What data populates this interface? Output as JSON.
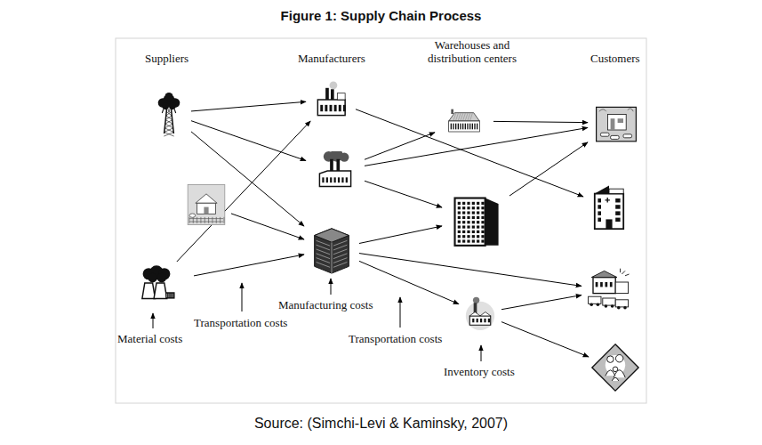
{
  "diagram": {
    "title": "Figure 1: Supply Chain Process",
    "caption": "Source: (Simchi-Levi & Kaminsky, 2007)",
    "nodes": [
      {
        "text": []
      },
      {
        "text": []
      },
      {
        "text": []
      },
      {
        "text": []
      },
      {
        "text": []
      },
      {
        "text": []
      },
      {
        "text": []
      },
      {
        "text": []
      },
      {
        "text": []
      },
      {
        "text": []
      },
      {
        "text": []
      },
      {
        "text": []
      },
      {
        "text": []
      }
    ],
    "edges": [
      {
        "from": 0,
        "to": 3,
        "arrow": "to"
      },
      {
        "from": 0,
        "to": 4,
        "arrow": "to"
      },
      {
        "from": 0,
        "to": 5,
        "arrow": "to"
      },
      {
        "from": 1,
        "to": 5,
        "arrow": "to"
      },
      {
        "from": 2,
        "to": 3,
        "arrow": "to"
      },
      {
        "from": 2,
        "to": 5,
        "arrow": "to"
      },
      {
        "from": 3,
        "to": 10,
        "arrow": "to"
      },
      {
        "from": 4,
        "to": 6,
        "arrow": "to"
      },
      {
        "from": 4,
        "to": 7,
        "arrow": "to"
      },
      {
        "from": 4,
        "to": 9,
        "arrow": "to"
      },
      {
        "from": 5,
        "to": 7,
        "arrow": "to"
      },
      {
        "from": 5,
        "to": 11,
        "arrow": "to"
      },
      {
        "from": 5,
        "to": 8,
        "arrow": "to"
      },
      {
        "from": 6,
        "to": 9,
        "arrow": "to"
      },
      {
        "from": 7,
        "to": 9,
        "arrow": "to"
      },
      {
        "from": 8,
        "to": 11,
        "arrow": "to"
      },
      {
        "from": 8,
        "to": 12,
        "arrow": "to"
      }
    ],
    "labels": [
      "Suppliers",
      "Manufacturers",
      "Warehouses and distribution centers",
      "Customers",
      "Material costs",
      "Transportation costs",
      "Manufacturing costs",
      "Transportation costs",
      "Inventory costs"
    ]
  }
}
